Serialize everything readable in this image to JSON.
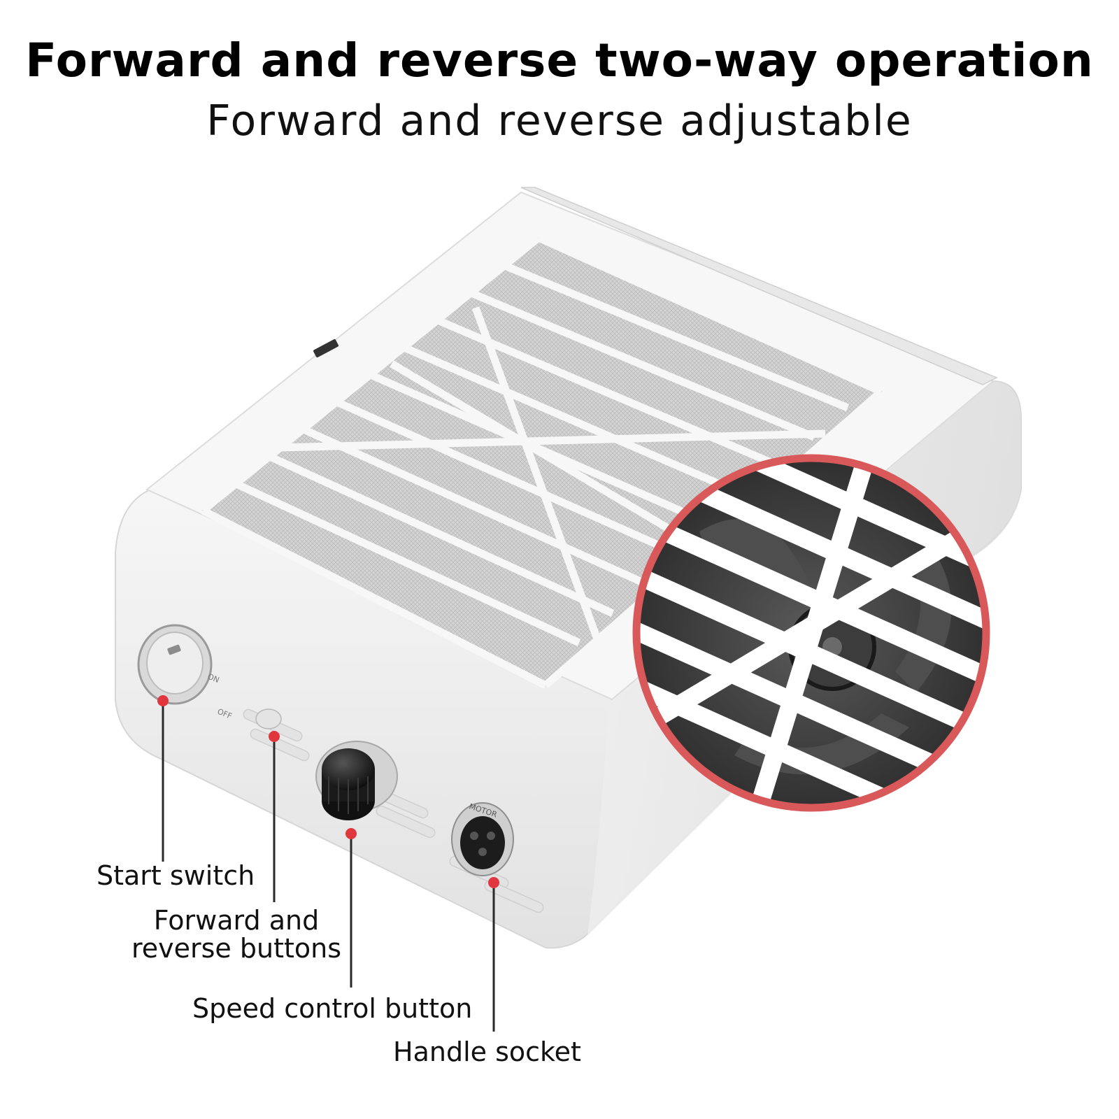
{
  "header": {
    "title": "Forward and reverse two-way operation",
    "subtitle": "Forward and reverse adjustable"
  },
  "callouts": {
    "start_switch": "Start switch",
    "forward_reverse_line1": "Forward and",
    "forward_reverse_line2": "reverse buttons",
    "speed_control": "Speed control button",
    "handle_socket": "Handle socket"
  },
  "device_markings": {
    "power_on": "ON",
    "power_off": "OFF",
    "socket": "MOTOR"
  },
  "colors": {
    "accent": "#e0373f",
    "magnifier_ring": "#d9585a",
    "device_body": "#f3f3f3",
    "filter_mesh": "#cfcfcf",
    "leader_line": "#2a2a2a"
  }
}
